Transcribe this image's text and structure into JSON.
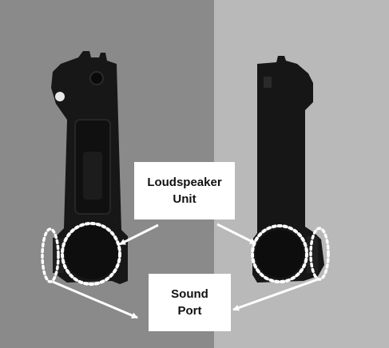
{
  "labels": {
    "loudspeaker_line1": "Loudspeaker",
    "loudspeaker_line2": "Unit",
    "sound_port_line1": "Sound",
    "sound_port_line2": "Port"
  },
  "colors": {
    "left_background": "#8a8a8a",
    "right_background": "#b9b9b9",
    "device": "#161616",
    "annotation": "#ffffff"
  }
}
